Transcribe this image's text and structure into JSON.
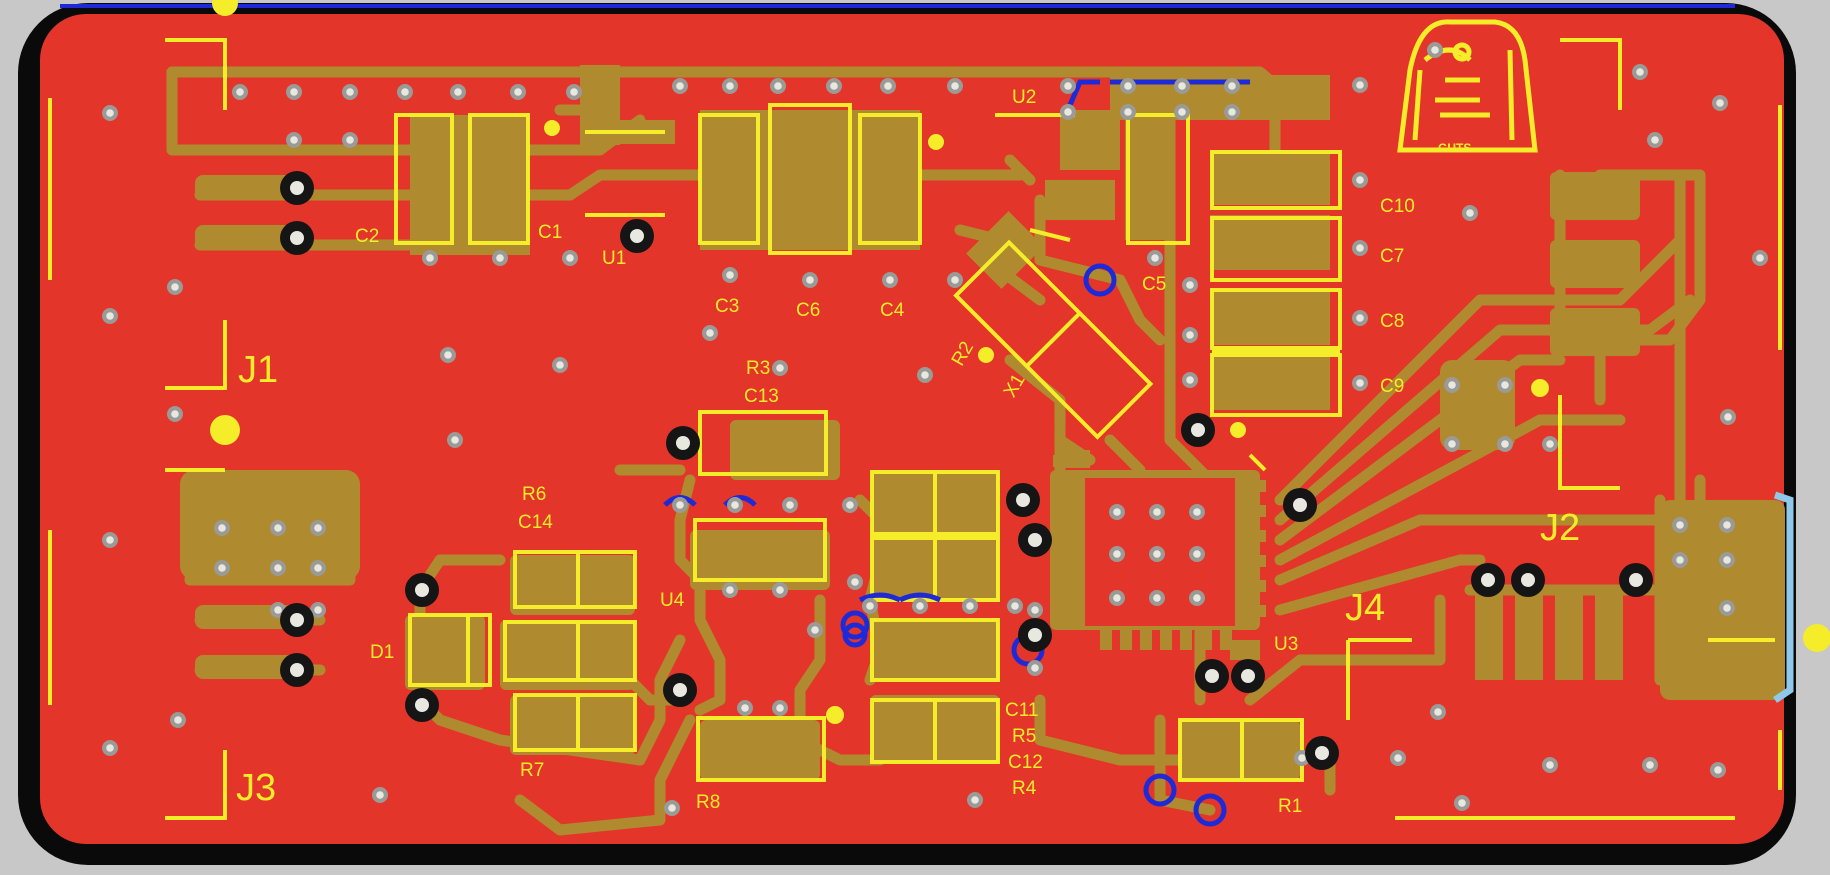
{
  "colors": {
    "background": "#c8c8c8",
    "board_edge": "#0a0a0a",
    "copper_pour": "#e3352a",
    "trace": "#b08a2e",
    "silkscreen": "#f5ec2a",
    "via_ring": "#9a9a96",
    "via_hole": "#e8e8e0",
    "plated_hole": "#151515",
    "bottom_layer": "#1e2ad8",
    "light_blue": "#8fc8e8"
  },
  "designators": {
    "J1": "J1",
    "J2": "J2",
    "J3": "J3",
    "J4": "J4",
    "U1": "U1",
    "U2": "U2",
    "U3": "U3",
    "U4": "U4",
    "C1": "C1",
    "C2": "C2",
    "C3": "C3",
    "C4": "C4",
    "C5": "C5",
    "C6": "C6",
    "C7": "C7",
    "C8": "C8",
    "C9": "C9",
    "C10": "C10",
    "C11": "C11",
    "C12": "C12",
    "C13": "C13",
    "C14": "C14",
    "R1": "R1",
    "R2": "R2",
    "R3": "R3",
    "R4": "R4",
    "R5": "R5",
    "R6": "R6",
    "R7": "R7",
    "R8": "R8",
    "D1": "D1",
    "X1": "X1"
  },
  "logo_text": "GUTS"
}
